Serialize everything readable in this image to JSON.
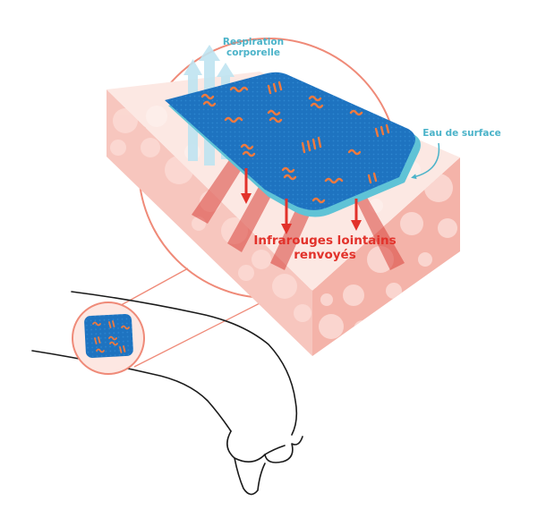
{
  "labels": {
    "respiration_line1": "Respiration",
    "respiration_line2": "corporelle",
    "eau_de_surface": "Eau de surface",
    "infrarouges_line1": "Infrarouges lointains",
    "infrarouges_line2": "renvoyés"
  },
  "colors": {
    "circle_outline": "#ef8a78",
    "skin_top": "#fce8e3",
    "skin_side_left": "#f7c6be",
    "skin_side_right": "#f4b3a9",
    "bubble": "#fbd9d3",
    "patch_blue": "#1e73c0",
    "patch_rim": "#5fc3d6",
    "pattern_orange": "#ef7a3f",
    "arrow_red": "#e2322b",
    "breath_arrow": "#bfe4f1",
    "label_cyan": "#4bb3c9",
    "arm_line": "#1a1a1a"
  },
  "icons": [
    "up-arrow-icon",
    "down-arrow-icon",
    "curved-arrow-icon",
    "wave-pattern-icon"
  ]
}
